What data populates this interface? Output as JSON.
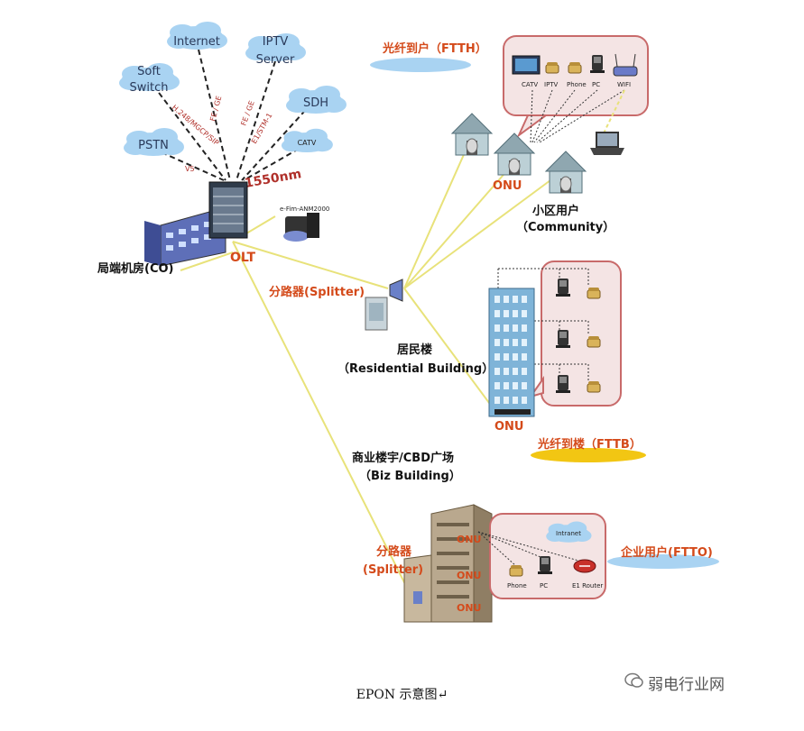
{
  "clouds": {
    "internet": "Internet",
    "iptv": [
      "IPTV",
      "Server"
    ],
    "soft": [
      "Soft",
      "Switch"
    ],
    "sdh": "SDH",
    "pstn": "PSTN",
    "catv": "CATV"
  },
  "link_labels": {
    "fe_ge_1": "FE / GE",
    "fe_ge_2": "FE / GE",
    "h248": "H.248/MGCP/SIP",
    "e1": "E1/STM-1",
    "v5": "V5",
    "wavelength": "1550nm"
  },
  "equipment": {
    "olt_device": "e-Fim-ANM2000",
    "olt": "OLT",
    "co": "局端机房(CO)"
  },
  "ftth": {
    "title": "光纤到户（FTTH）",
    "devices": [
      "CATV",
      "IPTV",
      "Phone",
      "PC",
      "WIFI"
    ],
    "onu": "ONU",
    "community": [
      "小区用户",
      "（Community）"
    ]
  },
  "splitter_1": "分路器(Splitter)",
  "residential": [
    "居民楼",
    "（Residential  Building）"
  ],
  "fttb": {
    "onu": "ONU",
    "title": "光纤到楼（FTTB）"
  },
  "biz": {
    "title": [
      "商业楼宇/CBD广场",
      "（Biz Building）"
    ],
    "splitter": [
      "分路器",
      "(Splitter)"
    ],
    "onu": [
      "ONU",
      "ONU",
      "ONU"
    ],
    "intranet": "Intranet",
    "devices": [
      "Phone",
      "PC",
      "E1 Router"
    ],
    "ftto": "企业用户(FTTO)"
  },
  "caption": "EPON 示意图↵",
  "watermark": "弱电行业网",
  "colors": {
    "fiber": "#e8e27a",
    "cloud": "#a9d3f2",
    "accent_red": "#d44a1a",
    "bubble_border": "#c86a6a",
    "bubble_fill": "#f4e4e4",
    "building_blue": "#7fb4d8"
  }
}
